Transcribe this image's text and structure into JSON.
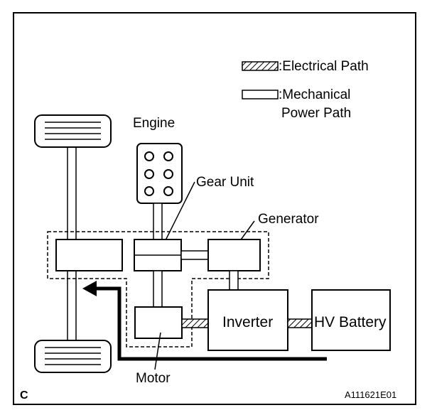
{
  "legend": {
    "electrical": ":Electrical Path",
    "mechanical_line1": ":Mechanical",
    "mechanical_line2": "Power Path"
  },
  "labels": {
    "engine": "Engine",
    "gear_unit": "Gear Unit",
    "generator": "Generator",
    "inverter": "Inverter",
    "hv_battery": "HV Battery",
    "motor": "Motor"
  },
  "corner": {
    "left": "C",
    "right": "A111621E01"
  },
  "colors": {
    "ink": "#000000",
    "paper": "#ffffff"
  }
}
